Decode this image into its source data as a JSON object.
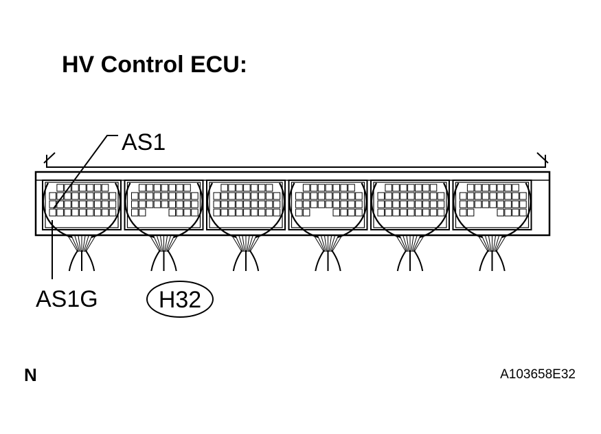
{
  "title": "HV Control ECU:",
  "callouts": {
    "terminal_top": "AS1",
    "terminal_bottom": "AS1G",
    "connector_code": "H32"
  },
  "corner_label": "N",
  "figure_id": "A103658E32",
  "connector_count": 6
}
